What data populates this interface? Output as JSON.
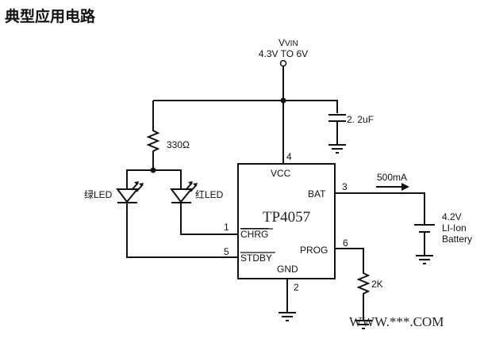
{
  "title": "典型应用电路",
  "vin": {
    "label": "VIN",
    "range": "4.3V TO 6V"
  },
  "capacitor": "2. 2uF",
  "resistor_led": "330Ω",
  "led_green": "绿LED",
  "led_red": "红LED",
  "chip": {
    "name": "TP4057",
    "pins": {
      "vcc": "VCC",
      "bat": "BAT",
      "chrg": "CHRG",
      "stdby": "STDBY",
      "prog": "PROG",
      "gnd": "GND"
    },
    "numbers": {
      "vcc": "4",
      "bat": "3",
      "chrg": "1",
      "stdby": "5",
      "prog": "6",
      "gnd": "2"
    }
  },
  "current": "500mA",
  "battery": {
    "voltage": "4.2V",
    "type": "LI-Ion",
    "label": "Battery"
  },
  "resistor_prog": "2K",
  "watermark": "WWW.***.COM"
}
